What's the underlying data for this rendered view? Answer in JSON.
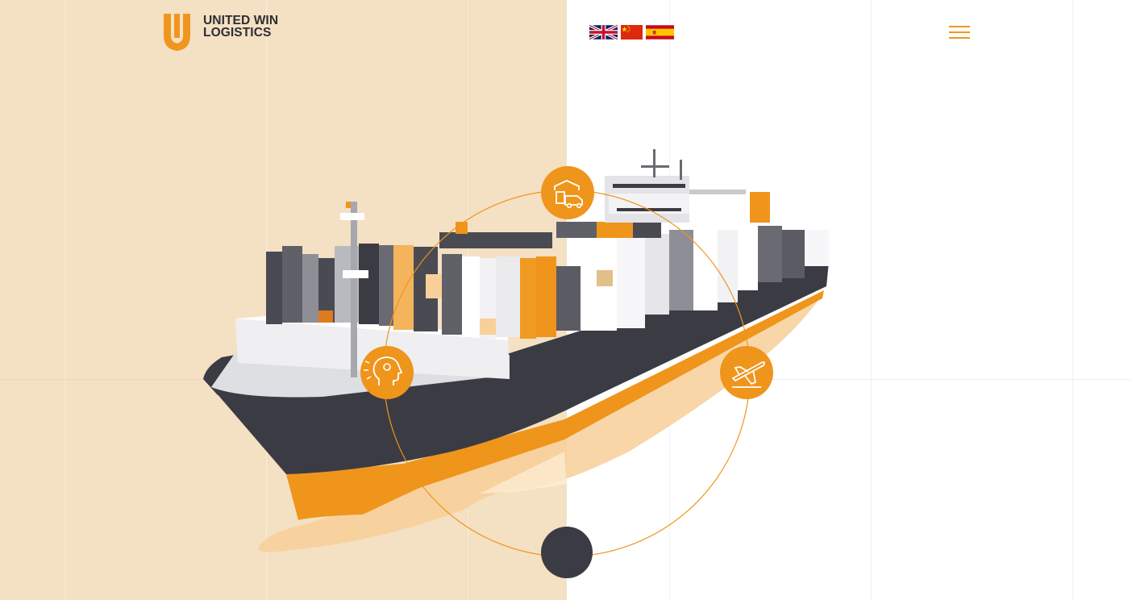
{
  "brand": {
    "line1": "UNITED WIN",
    "line2": "LOGISTICS",
    "accent_color": "#f0961e",
    "text_color": "#2d2e33"
  },
  "languages": [
    {
      "code": "en",
      "name": "English",
      "icon": "uk-flag-icon"
    },
    {
      "code": "zh",
      "name": "Chinese",
      "icon": "china-flag-icon"
    },
    {
      "code": "es",
      "name": "Spanish",
      "icon": "spain-flag-icon"
    }
  ],
  "menu": {
    "icon": "hamburger-menu-icon"
  },
  "hero": {
    "left_background": "#f4e0c3",
    "right_background": "#ffffff",
    "services": [
      {
        "key": "warehouse",
        "icon": "warehouse-truck-icon"
      },
      {
        "key": "consulting",
        "icon": "head-gears-icon"
      },
      {
        "key": "air-freight",
        "icon": "airplane-icon"
      },
      {
        "key": "current",
        "icon": "dark-circle-indicator"
      }
    ]
  }
}
